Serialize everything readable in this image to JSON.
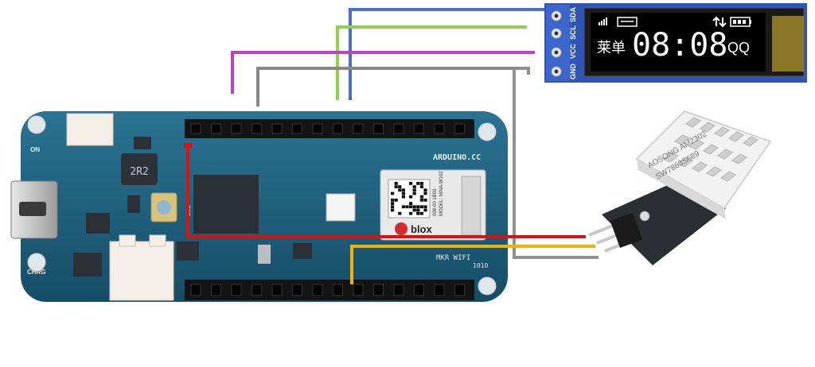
{
  "board": {
    "brand": "ARDUINO.CC",
    "model": "MKR WIFI",
    "year": "1010",
    "inductor": "2R2",
    "on_label": "ON",
    "chrg_label": "CHRG",
    "rst_label": "RST"
  },
  "module": {
    "brand": "blox",
    "model_line": "MODEL: NINA-W102",
    "code_line": "008-00 1B02"
  },
  "oled": {
    "pins": [
      "GND",
      "VCC",
      "SCL",
      "SDA"
    ],
    "left_text": "莱单",
    "time": "08:08",
    "right_text": "QQ"
  },
  "sensor": {
    "line1": "AOSONG AM2302",
    "line2": "SW7863S689"
  },
  "colors": {
    "wire_gnd": "#888888",
    "wire_vcc": "#8fd14f",
    "wire_scl": "#c040c8",
    "wire_sda": "#4a6fc8",
    "wire_sensor_vcc": "#e01010",
    "wire_sensor_data": "#f0b400",
    "wire_sensor_gnd": "#909090",
    "pcb": "#1d5f7e",
    "oled_pcb": "#2f55b8"
  }
}
